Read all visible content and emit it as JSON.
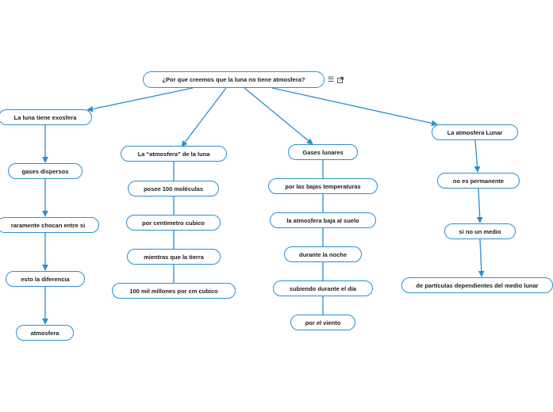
{
  "root": {
    "label": "¿Por que creemos que la luna no tiene atmosfera?"
  },
  "toolbar": {
    "menu_icon": "hamburger-menu-icon",
    "open_icon": "external-link-icon"
  },
  "branches": {
    "exosfera": {
      "label": "La luna tiene exosfera",
      "children": [
        "gases dispersos",
        "raramente chocan entre si",
        "esto la diferencia",
        "atmosfera"
      ]
    },
    "atmosfera_luna": {
      "label": "La “atmosfera” de la luna",
      "children": [
        "posee 100 moléculas",
        "por centimetro cubico",
        "mientras que la tierra",
        "100 mil millones por cm cubico"
      ]
    },
    "gases": {
      "label": "Gases lunares",
      "children": [
        "por las bajas temperaturas",
        "la atmosfera baja al suelo",
        "durante la noche",
        "subiendo durante el día",
        "por el viento"
      ]
    },
    "lunar": {
      "label": "La atmosfera Lunar",
      "children": [
        "no es permanente",
        "si no un medio",
        "de partículas dependientes del medio lunar"
      ]
    }
  },
  "colors": {
    "line": "#2a8fd0",
    "border": "#2a8fd0",
    "text": "#1d1d1d"
  }
}
